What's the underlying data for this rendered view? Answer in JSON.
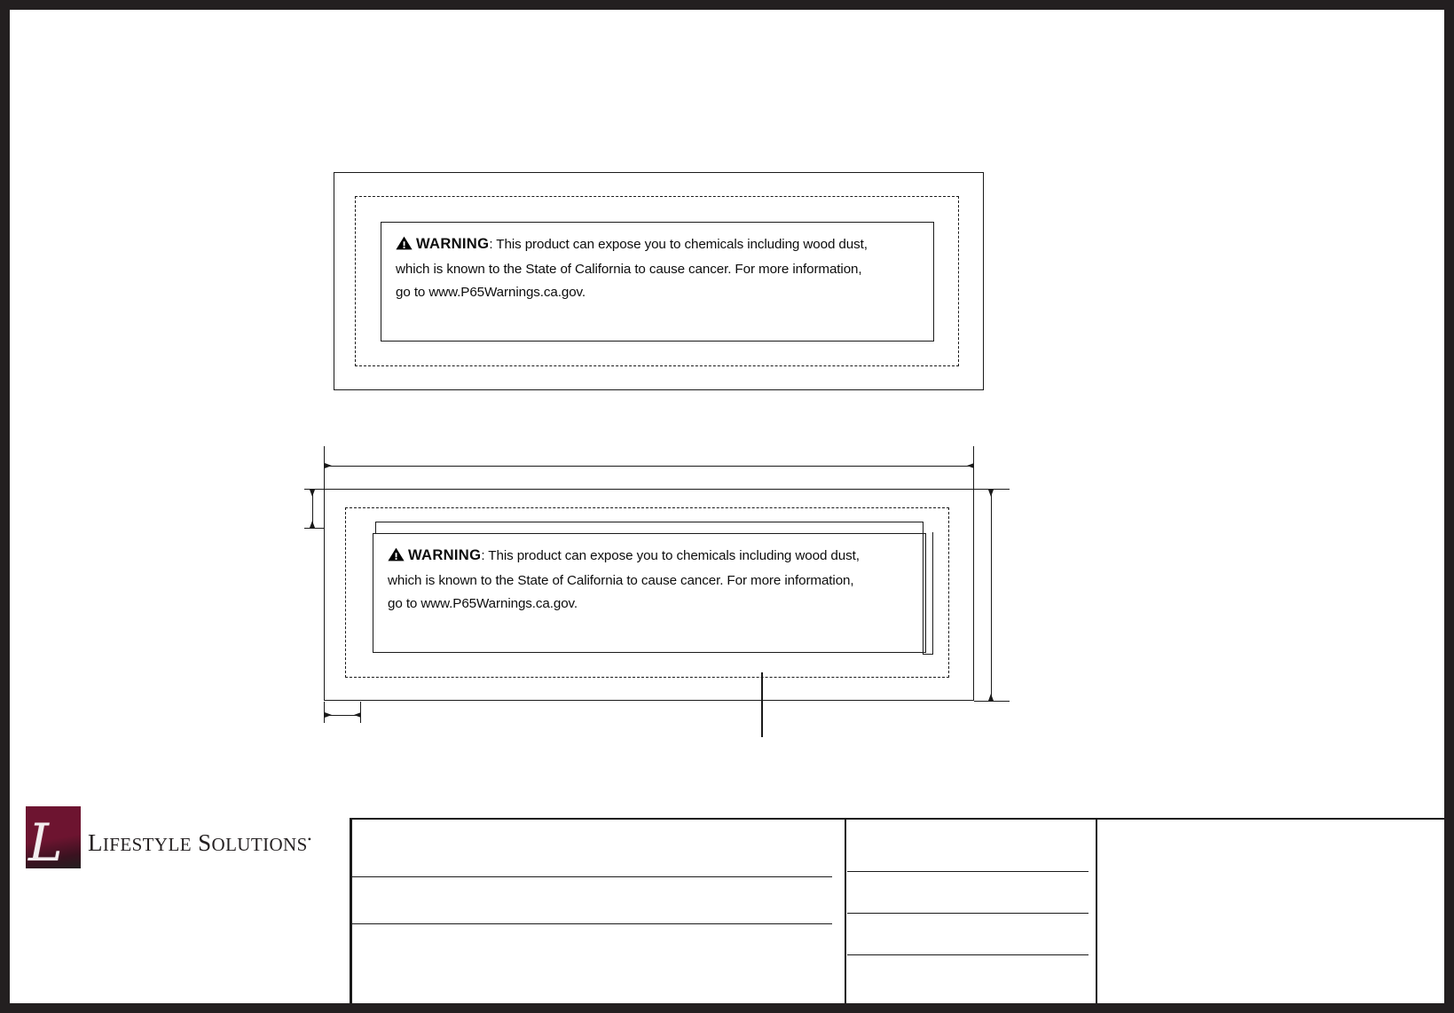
{
  "document": {
    "type": "engineering-drawing",
    "sheet_background": "#ffffff",
    "border_color": "#231f20"
  },
  "warning_label": {
    "icon": "warning-triangle-icon",
    "heading": "WARNING",
    "separator": ":",
    "line1": "This product can expose you to chemicals including wood dust,",
    "line2": "which is known to the State of California to cause cancer. For more information,",
    "line3": "go to www.P65Warnings.ca.gov.",
    "full_text": "WARNING: This product can expose you to chemicals including wood dust, which is known to the State of California to cause cancer. For more information, go to www.P65Warnings.ca.gov."
  },
  "views": [
    {
      "name": "detail-view-top",
      "label": "",
      "boxes": [
        "solid-outer",
        "dashed-middle",
        "solid-inner"
      ]
    },
    {
      "name": "dimensioned-view-bottom",
      "label": "",
      "boxes": [
        "solid-outer",
        "dashed-middle",
        "solid-inner",
        "offset-registration-line"
      ],
      "dimensions": {
        "overall_width": "",
        "overall_height": "",
        "top_margin": "",
        "left_margin": "",
        "inner_width": "",
        "inner_height": "",
        "leader_note": ""
      }
    }
  ],
  "logo": {
    "mark_glyph": "L",
    "mark_color": "#6d1430",
    "mark_dark_color": "#231f20",
    "word1": "L",
    "word1_rest": "IFESTYLE",
    "word2": "S",
    "word2_rest": "OLUTIONS",
    "registered": "•",
    "full_name": "LIFESTYLE SOLUTIONS"
  },
  "title_block": {
    "left_column": {
      "row1": "",
      "row2": "",
      "row3": ""
    },
    "middle_column": {
      "row1": "",
      "row2": "",
      "row3": "",
      "row4": ""
    },
    "right_column": {
      "row1": ""
    }
  }
}
